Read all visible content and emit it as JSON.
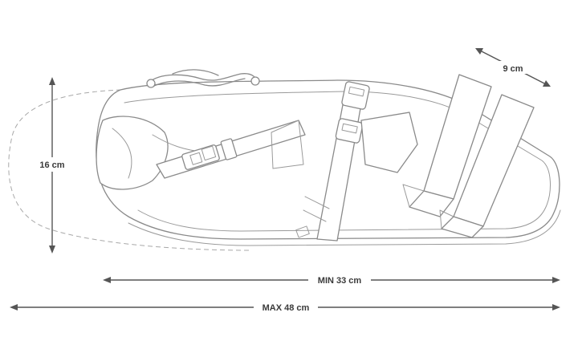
{
  "dimensions": {
    "height_label": "16 cm",
    "width_label": "9 cm",
    "min_length_label": "MIN 33 cm",
    "max_length_label": "MAX 48 cm"
  },
  "colors": {
    "outline": "#8a8a8a",
    "arrow": "#555555",
    "label": "#3a3a3a",
    "background": "#ffffff"
  }
}
